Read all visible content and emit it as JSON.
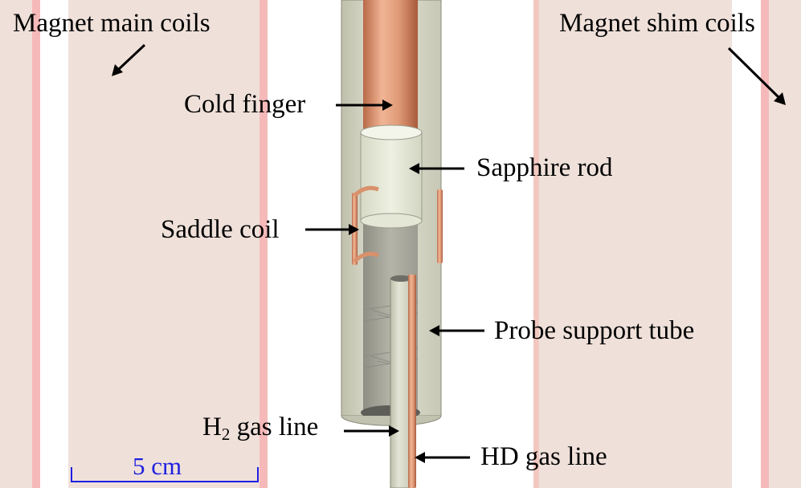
{
  "labels": {
    "magnet_main_coils": "Magnet main coils",
    "magnet_shim_coils": "Magnet shim coils",
    "cold_finger": "Cold finger",
    "sapphire_rod": "Sapphire rod",
    "saddle_coil": "Saddle coil",
    "probe_support_tube": "Probe support tube",
    "h2_gas_line_h": "H",
    "h2_gas_line_sub": "2",
    "h2_gas_line_rest": " gas line",
    "hd_gas_line": "HD gas line"
  },
  "scale_bar": {
    "label": "5 cm"
  },
  "colors": {
    "coil_fill": "#efe1da",
    "coil_edge": "#f7b5b5",
    "copper": "#d9916c",
    "tube": "#d8d8c7",
    "scale": "#1f1fe0"
  }
}
